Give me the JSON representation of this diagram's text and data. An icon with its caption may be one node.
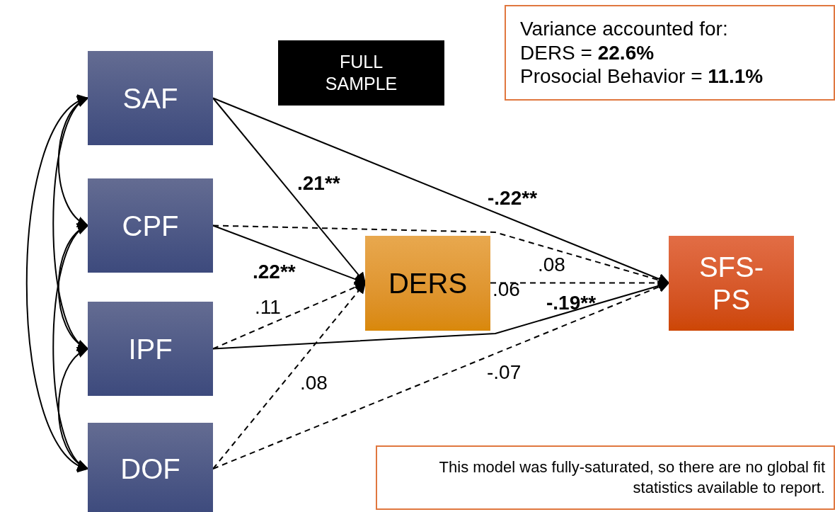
{
  "diagram": {
    "nodes": [
      {
        "text": [
          "SAF"
        ]
      },
      {
        "text": [
          "CPF"
        ]
      },
      {
        "text": [
          "IPF"
        ]
      },
      {
        "text": [
          "DOF"
        ]
      },
      {
        "text": [
          "DERS"
        ]
      },
      {
        "text": [
          "SFS-PS"
        ]
      },
      {
        "text": [
          "FULL SAMPLE"
        ]
      },
      {
        "text": [
          "Variance accounted for:",
          "DERS = **22.6%**",
          "Prosocial Behavior = **11.1%**"
        ]
      },
      {
        "text": [
          "This model was fully-saturated, so there are no global fit statistics available to report."
        ]
      }
    ],
    "edges": [
      {
        "from": 0,
        "to": 1,
        "arrow": "both"
      },
      {
        "from": 0,
        "to": 2,
        "arrow": "both"
      },
      {
        "from": 0,
        "to": 3,
        "arrow": "both"
      },
      {
        "from": 1,
        "to": 2,
        "arrow": "both"
      },
      {
        "from": 1,
        "to": 3,
        "arrow": "both"
      },
      {
        "from": 2,
        "to": 3,
        "arrow": "both"
      },
      {
        "from": 0,
        "to": 4,
        "arrow": "to",
        "label": ".21**"
      },
      {
        "from": 1,
        "to": 4,
        "arrow": "to",
        "label": ".22**"
      },
      {
        "from": 2,
        "to": 4,
        "arrow": "to",
        "label": ".11",
        "style": "dashed"
      },
      {
        "from": 3,
        "to": 4,
        "arrow": "to",
        "label": ".08",
        "style": "dashed"
      },
      {
        "from": 0,
        "to": 5,
        "arrow": "to",
        "label": "-.22**"
      },
      {
        "from": 1,
        "to": 5,
        "arrow": "to",
        "label": ".08",
        "style": "dashed"
      },
      {
        "from": 2,
        "to": 5,
        "arrow": "to",
        "label": "-.19**"
      },
      {
        "from": 4,
        "to": 5,
        "arrow": "to",
        "label": ".06",
        "style": "dashed"
      },
      {
        "from": 3,
        "to": 5,
        "arrow": "to",
        "label": "-.07",
        "style": "dashed"
      }
    ]
  }
}
